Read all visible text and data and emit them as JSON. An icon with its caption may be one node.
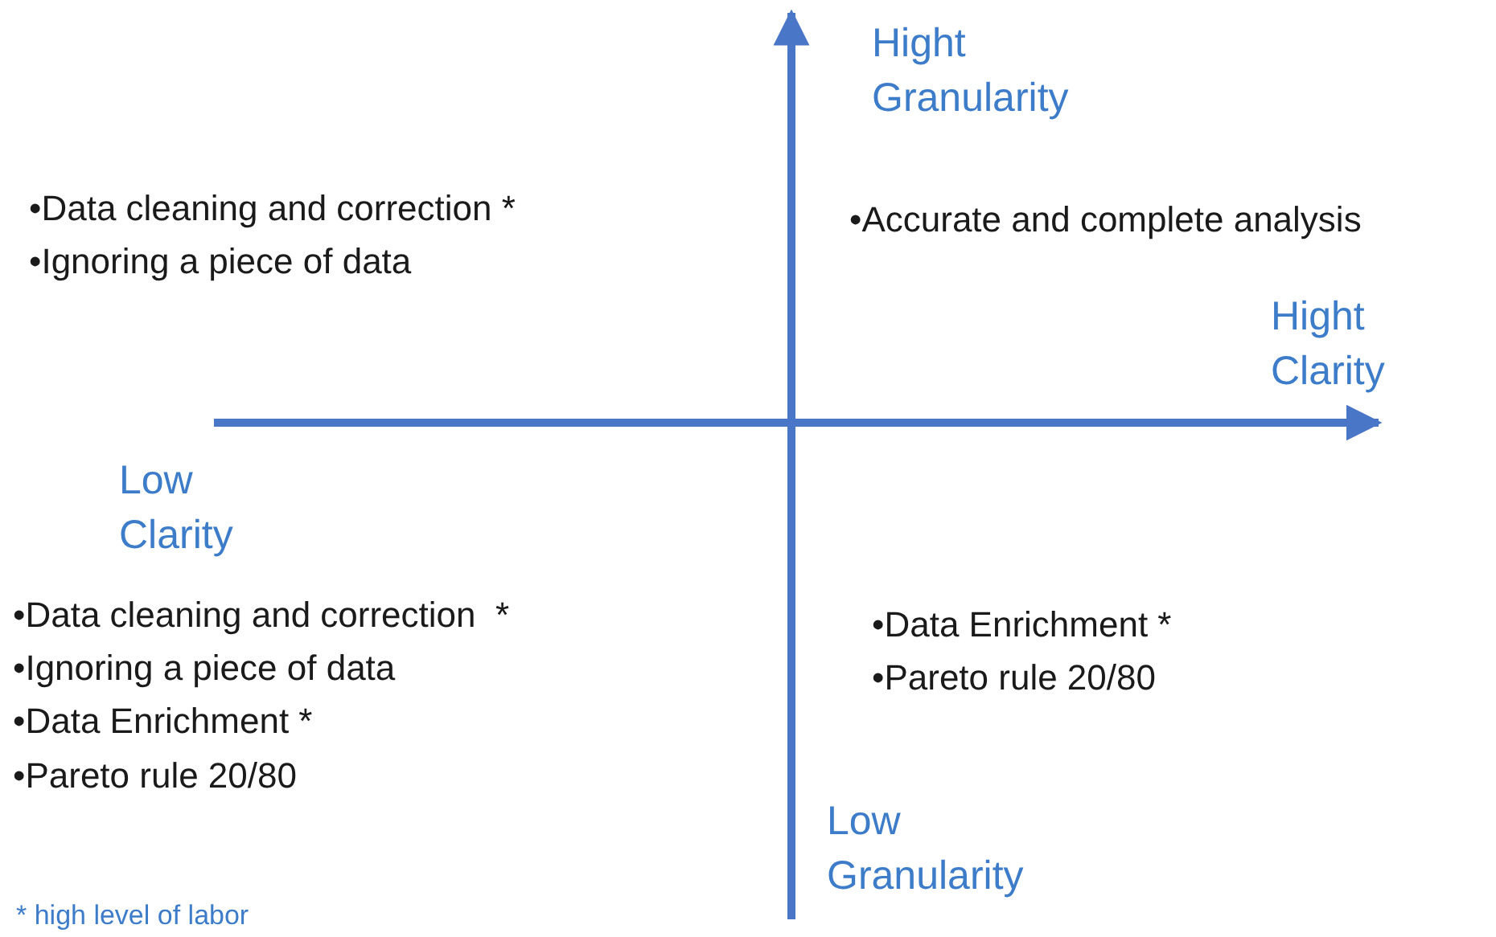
{
  "diagram": {
    "labels": [
      "Hight Granularity",
      "•Data cleaning and correction *",
      "•Ignoring a piece of data",
      "•Accurate and complete analysis",
      "Hight Clarity",
      "Low Clarity",
      "•Data cleaning and correction  *",
      "•Ignoring a piece of data",
      "•Data Enrichment *",
      "•Pareto rule 20/80",
      "•Data Enrichment *",
      "•Pareto rule 20/80",
      "Low Granularity",
      "* high level of labor"
    ]
  }
}
